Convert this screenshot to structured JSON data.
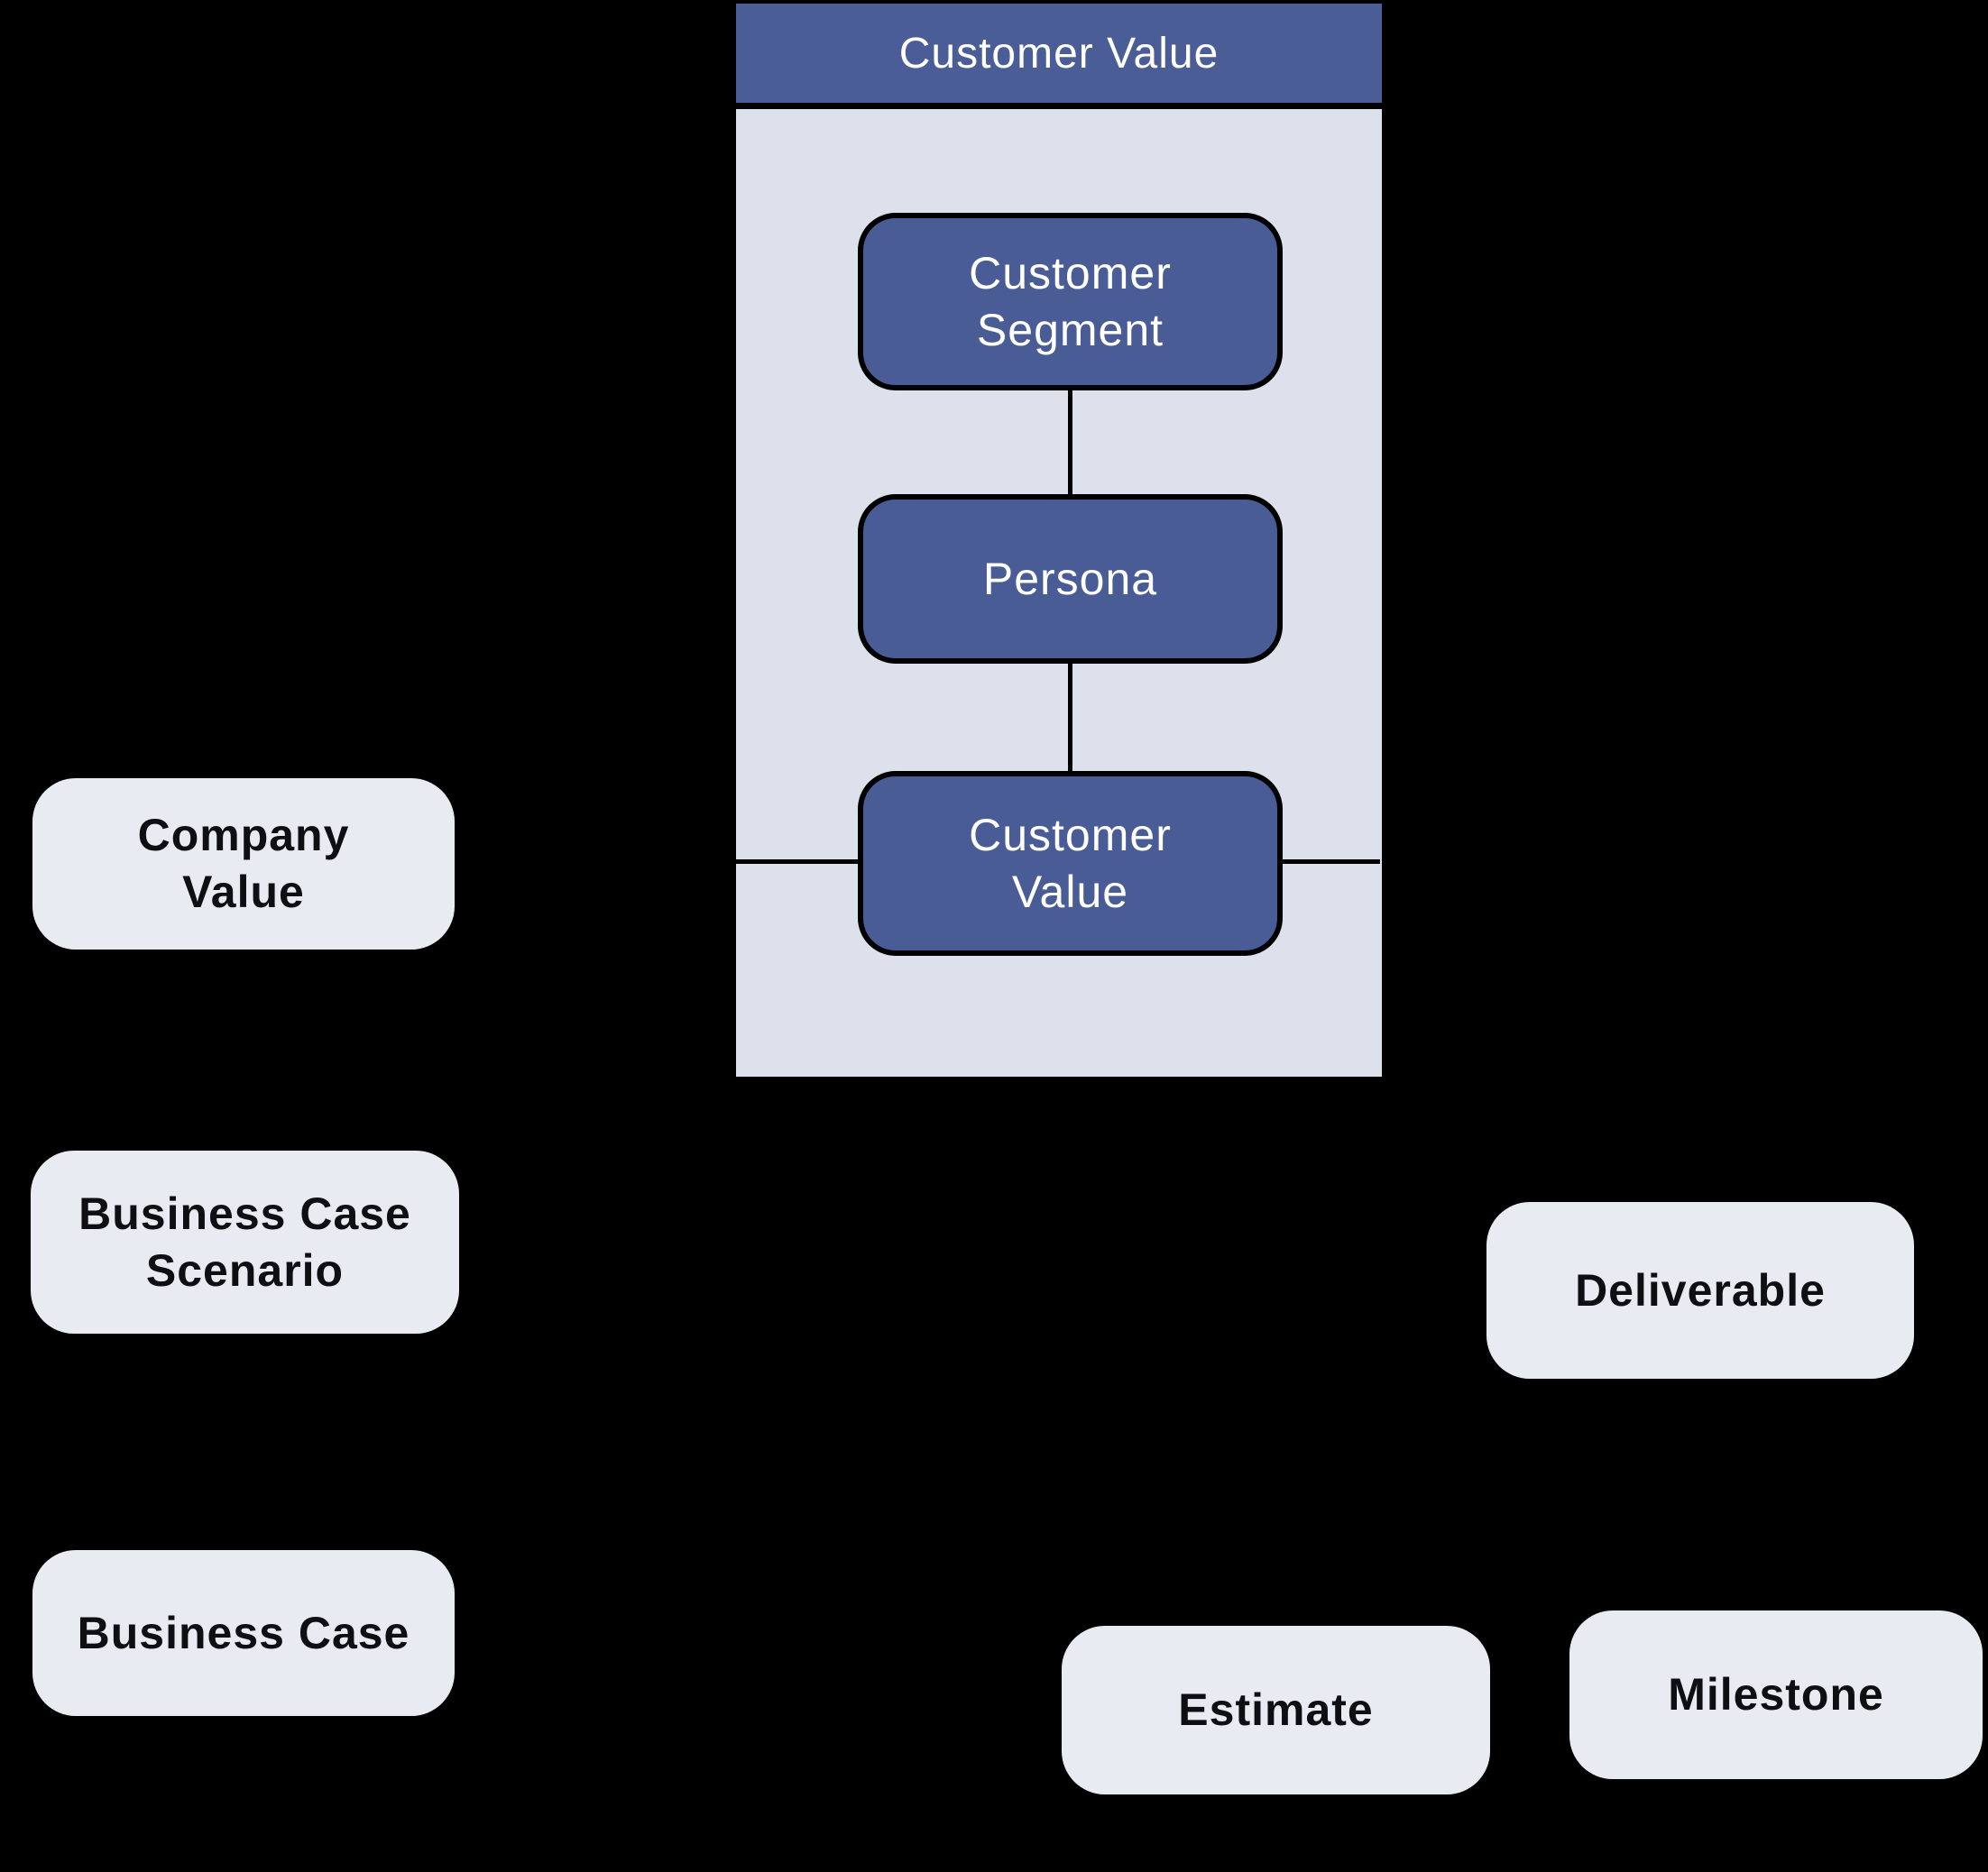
{
  "diagram": {
    "background_color": "#000000",
    "container": {
      "title": "Customer Value",
      "header_color": "#4b5d97",
      "body_color": "#dde1ec",
      "title_color": "#ffffff"
    },
    "nodes": {
      "customer_segment": {
        "label": "Customer\nSegment",
        "style": "blue"
      },
      "persona": {
        "label": "Persona",
        "style": "blue"
      },
      "customer_value": {
        "label": "Customer\nValue",
        "style": "blue"
      },
      "company_value": {
        "label": "Company\nValue",
        "style": "light"
      },
      "business_case_scenario": {
        "label": "Business Case\nScenario",
        "style": "light"
      },
      "business_case": {
        "label": "Business Case",
        "style": "light"
      },
      "deliverable": {
        "label": "Deliverable",
        "style": "light"
      },
      "estimate": {
        "label": "Estimate",
        "style": "light"
      },
      "milestone": {
        "label": "Milestone",
        "style": "light"
      }
    },
    "colors": {
      "node_blue": "#4a5c96",
      "node_light_fill": "#e9ebf2",
      "connector": "#000000",
      "text_dark": "#0e0f12",
      "text_light": "#ffffff"
    }
  }
}
